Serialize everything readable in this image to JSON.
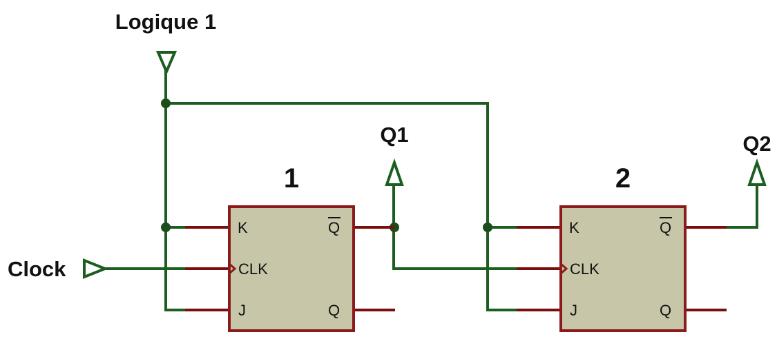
{
  "labels": {
    "logic_one": "Logique 1",
    "clock": "Clock",
    "q1": "Q1",
    "q2": "Q2"
  },
  "flipflops": [
    {
      "number": "1",
      "pins": {
        "k": "K",
        "qbar": "Q",
        "clk": "CLK",
        "j": "J",
        "q": "Q"
      }
    },
    {
      "number": "2",
      "pins": {
        "k": "K",
        "qbar": "Q",
        "clk": "CLK",
        "j": "J",
        "q": "Q"
      }
    }
  ],
  "colors": {
    "wire": "#1b5e20",
    "pin_lead": "#7b0d0d",
    "chip_fill": "#c8c6a8",
    "chip_border": "#8b1a1a",
    "text": "#111111"
  }
}
